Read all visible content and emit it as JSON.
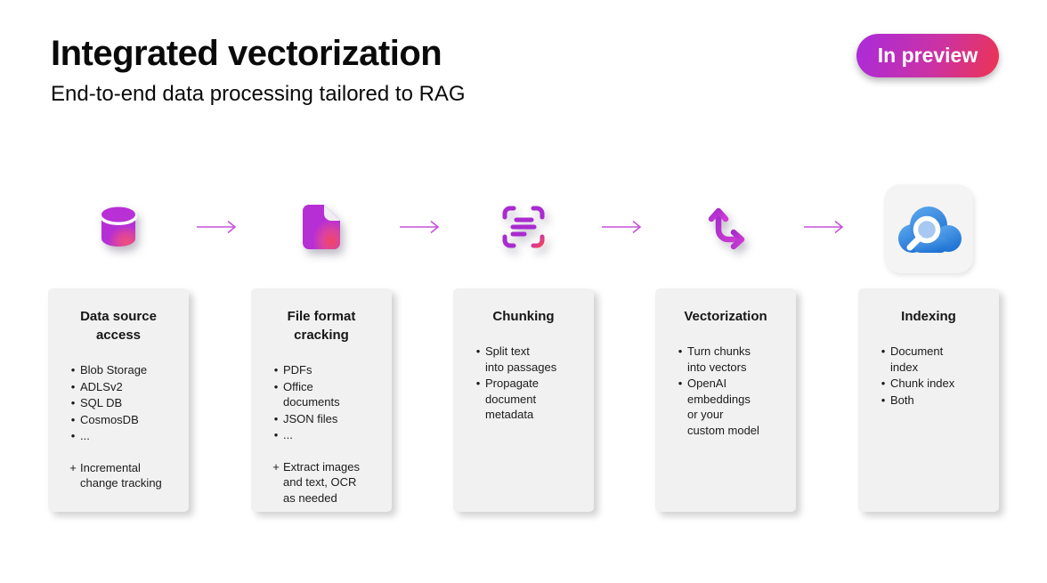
{
  "header": {
    "title": "Integrated vectorization",
    "subtitle": "End-to-end data processing tailored to RAG",
    "badge_label": "In preview"
  },
  "ui": {
    "bullet_char": "•",
    "plus_char": "+"
  },
  "colors": {
    "accent_purple": "#b62fd5",
    "accent_pink": "#f2507c",
    "badge_gradient_start": "#ae2cd3",
    "badge_gradient_end": "#ea3457",
    "flow_arrow": "#c653da",
    "card_background": "#f1f1f2",
    "tile_background": "#f4f4f5",
    "cloud_blue_light": "#5aa5ec",
    "cloud_blue_dark": "#1b70d2"
  },
  "stages": [
    {
      "icon": "database-icon",
      "title": "Data source\naccess",
      "bullets": [
        "Blob Storage",
        "ADLSv2",
        "SQL DB",
        "CosmosDB",
        "..."
      ],
      "extras": [
        "Incremental\nchange tracking"
      ]
    },
    {
      "icon": "document-file-icon",
      "title": "File format\ncracking",
      "bullets": [
        "PDFs",
        "Office\ndocuments",
        "JSON files",
        "..."
      ],
      "extras": [
        "Extract images\nand text, OCR\nas needed"
      ]
    },
    {
      "icon": "text-scan-icon",
      "title": "Chunking",
      "bullets": [
        "Split text\ninto passages",
        "Propagate\ndocument\nmetadata"
      ],
      "extras": []
    },
    {
      "icon": "branch-arrows-icon",
      "title": "Vectorization",
      "bullets": [
        "Turn chunks\ninto vectors",
        "OpenAI\nembeddings\nor your\ncustom model"
      ],
      "extras": []
    },
    {
      "icon": "cloud-search-icon",
      "title": "Indexing",
      "bullets": [
        "Document\nindex",
        "Chunk index",
        "Both"
      ],
      "extras": []
    }
  ]
}
